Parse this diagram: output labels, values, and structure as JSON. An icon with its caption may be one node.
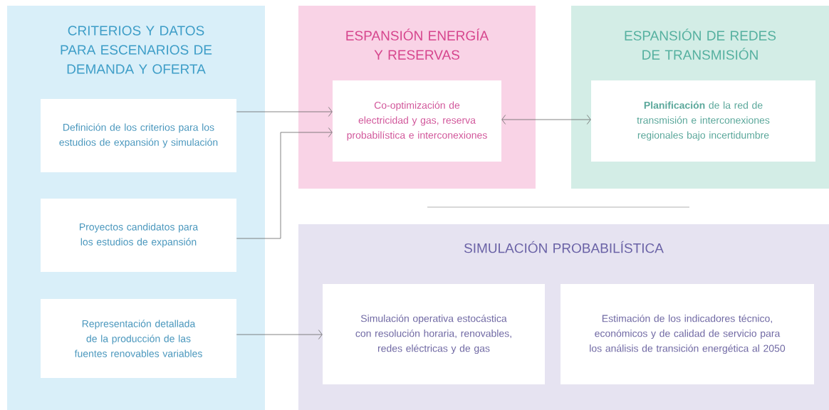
{
  "diagram": {
    "nodes": [
      {
        "text": [
          "CRITERIOS Y DATOS PARA ESCENARIOS DE DEMANDA Y OFERTA"
        ]
      },
      {
        "text": [
          "Definición de los criterios para los estudios de expansión y simulación"
        ],
        "in": 0
      },
      {
        "text": [
          "Proyectos candidatos para los estudios de expansión"
        ],
        "in": 0
      },
      {
        "text": [
          "Representación detallada de la producción de las fuentes renovables variables"
        ],
        "in": 0
      },
      {
        "text": [
          "ESPANSIÓN ENERGÍA Y RESERVAS"
        ]
      },
      {
        "text": [
          "Co-optimización de electricidad y gas, reserva probabilística e interconexiones"
        ],
        "in": 4
      },
      {
        "text": [
          "ESPANSIÓN DE REDES DE TRANSMISIÓN"
        ]
      },
      {
        "text": [
          "**Planificación** de la red de transmisión e interconexiones regionales bajo incertidumbre"
        ],
        "in": 6
      },
      {
        "text": [
          "SIMULACIÓN PROBABILÍSTICA"
        ]
      },
      {
        "text": [
          "Simulación operativa estocástica con resolución horaria, renovables, redes eléctricas y de gas"
        ],
        "in": 8
      },
      {
        "text": [
          "Estimación de los indicadores técnico, económicos y de calidad de servicio para los análisis de transición energética al 2050"
        ],
        "in": 8
      }
    ],
    "edges": [
      {
        "from": 1,
        "to": 5,
        "arrow": "to"
      },
      {
        "from": 2,
        "to": 5,
        "arrow": "to"
      },
      {
        "from": 5,
        "to": 7,
        "arrow": "both"
      },
      {
        "from": 3,
        "to": 9,
        "arrow": "to"
      }
    ]
  }
}
